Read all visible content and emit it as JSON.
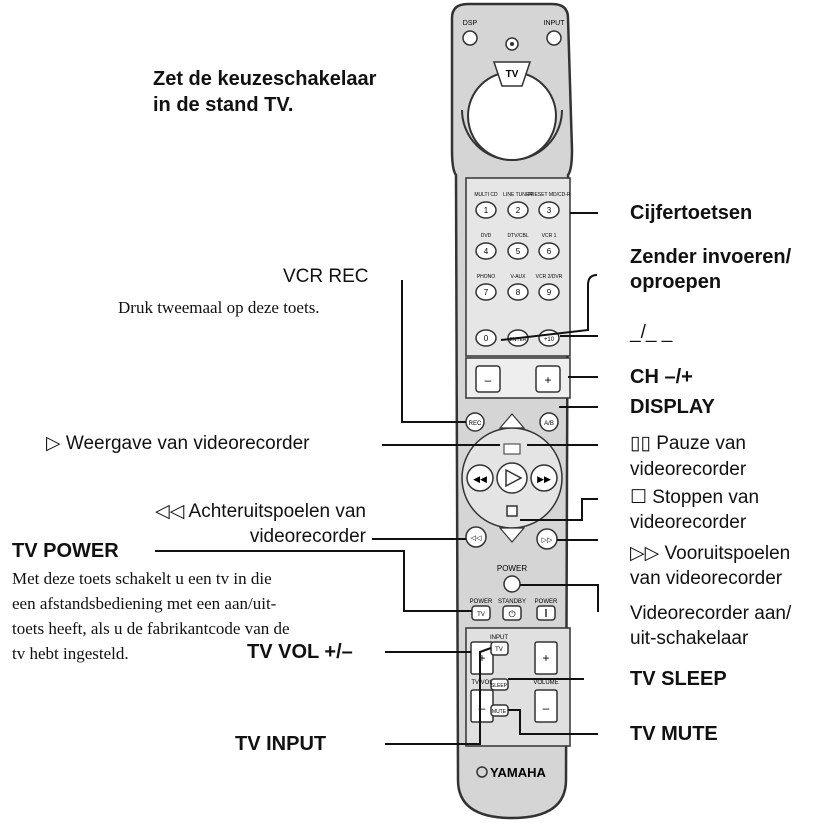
{
  "remote": {
    "top_buttons": [
      "DSP",
      "INPUT"
    ],
    "selector": "TV",
    "keypad_row_labels": [
      [
        "MULTI CD",
        "LINE TUNER",
        "PRESET MD/CD-R"
      ],
      [
        "DVD",
        "DTV/CBL",
        "VCR 1"
      ],
      [
        "PHONO",
        "V-AUX",
        "VCR 2/DVR"
      ]
    ],
    "digits": [
      "1",
      "2",
      "3",
      "4",
      "5",
      "6",
      "7",
      "8",
      "9",
      "0"
    ],
    "enter": "ENTER",
    "plus10": "+10",
    "ch_minus": "–",
    "ch_plus": "+",
    "rec": "REC",
    "ab": "A/B",
    "power_section": "POWER",
    "tv_power": "POWER",
    "tv_power_btn": "TV",
    "standby": "STANDBY",
    "power": "POWER",
    "input_label": "INPUT",
    "tv_btn": "TV",
    "sleep": "SLEEP",
    "mute": "MUTE",
    "tv_vol": "TV VOL",
    "volume": "VOLUME",
    "plus": "+",
    "minus": "–",
    "brand": "YAMAHA"
  },
  "labels": {
    "selector_instruction_1": "Zet de keuzeschakelaar",
    "selector_instruction_2": "in de stand TV.",
    "cijfertoetsen": "Cijfertoetsen",
    "zender_1": "Zender invoeren/",
    "zender_2": "oproepen",
    "dash": "_/_ _",
    "ch": "CH –/+",
    "display": "DISPLAY",
    "vcr_rec": "VCR REC",
    "vcr_rec_note": "Druk tweemaal op deze toets.",
    "play": "▷ Weergave van videorecorder",
    "pause_1": "▯▯ Pauze van",
    "pause_2": "videorecorder",
    "stop_1": "☐ Stoppen van",
    "stop_2": "videorecorder",
    "rewind_1": "◁◁ Achteruitspoelen van",
    "rewind_2": "videorecorder",
    "ffwd_1": "▷▷ Vooruitspoelen",
    "ffwd_2": "van videorecorder",
    "tv_power": "TV POWER",
    "tv_power_note_1": "Met deze toets schakelt u een tv in die",
    "tv_power_note_2": "een afstandsbediening met een aan/uit-",
    "tv_power_note_3": "toets heeft, als u de fabrikantcode van de",
    "tv_power_note_4": "tv hebt ingesteld.",
    "vcr_power_1": "Videorecorder aan/",
    "vcr_power_2": "uit-schakelaar",
    "tv_vol": "TV VOL +/–",
    "tv_sleep": "TV SLEEP",
    "tv_input": "TV INPUT",
    "tv_mute": "TV MUTE"
  }
}
